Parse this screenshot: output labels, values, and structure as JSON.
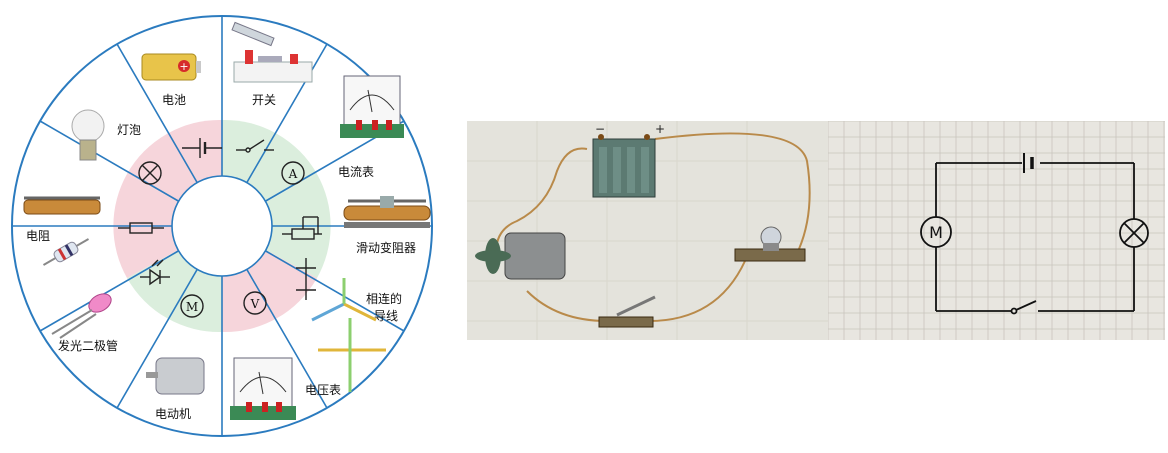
{
  "wheel": {
    "labels": {
      "battery": "电池",
      "switch": "开关",
      "ammeter": "电流表",
      "rheostat": "滑动变阻器",
      "connected_wires_1": "相连的",
      "connected_wires_2": "导线",
      "voltmeter": "电压表",
      "motor": "电动机",
      "led": "发光二极管",
      "resistor": "电阻",
      "bulb": "灯泡"
    },
    "symbols": {
      "ammeter": "A",
      "voltmeter": "V",
      "motor": "M"
    }
  },
  "schematic": {
    "motor_symbol": "M"
  },
  "colors": {
    "segment_lines": "#2b7bbf",
    "pink_sector": "#f6d5db",
    "green_sector": "#dbeedd",
    "grid_paper": "#e8e6e0",
    "wire": "#b98a4a"
  }
}
